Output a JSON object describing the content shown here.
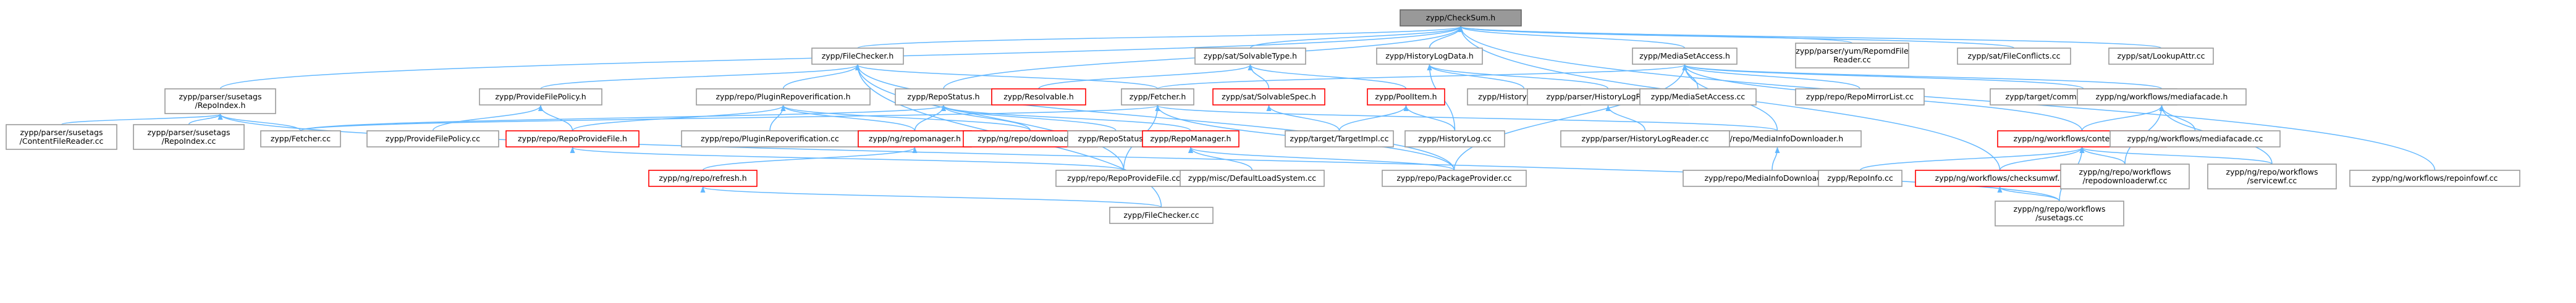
{
  "graph": {
    "title": "",
    "nodes": [
      {
        "id": "root",
        "lines": [
          "zypp/CheckSum.h"
        ],
        "style": "root"
      },
      {
        "id": "filechecker_h",
        "lines": [
          "zypp/FileChecker.h"
        ]
      },
      {
        "id": "solvabletype_h",
        "lines": [
          "zypp/sat/SolvableType.h"
        ]
      },
      {
        "id": "historylogdata_h",
        "lines": [
          "zypp/HistoryLogData.h"
        ]
      },
      {
        "id": "mediasetaccess_h",
        "lines": [
          "zypp/MediaSetAccess.h"
        ]
      },
      {
        "id": "repomdfilereader",
        "lines": [
          "zypp/parser/yum/RepomdFile",
          "Reader.cc"
        ]
      },
      {
        "id": "fileconflicts",
        "lines": [
          "zypp/sat/FileConflicts.cc"
        ]
      },
      {
        "id": "lookupattr",
        "lines": [
          "zypp/sat/LookupAttr.cc"
        ]
      },
      {
        "id": "repoindex_h",
        "lines": [
          "zypp/parser/susetags",
          "/RepoIndex.h"
        ]
      },
      {
        "id": "providefilepolicy_h",
        "lines": [
          "zypp/ProvideFilePolicy.h"
        ]
      },
      {
        "id": "pluginrepover_h",
        "lines": [
          "zypp/repo/PluginRepoverification.h"
        ]
      },
      {
        "id": "repostatus_h",
        "lines": [
          "zypp/RepoStatus.h"
        ]
      },
      {
        "id": "resolvable_h",
        "lines": [
          "zypp/Resolvable.h"
        ],
        "style": "red"
      },
      {
        "id": "fetcher_h",
        "lines": [
          "zypp/Fetcher.h"
        ]
      },
      {
        "id": "satsolvablespec_h",
        "lines": [
          "zypp/sat/SolvableSpec.h"
        ],
        "style": "red"
      },
      {
        "id": "poolitem_h",
        "lines": [
          "zypp/PoolItem.h"
        ],
        "style": "red"
      },
      {
        "id": "historylogdata_cc",
        "lines": [
          "zypp/HistoryLogData.cc"
        ]
      },
      {
        "id": "historylogreader_h",
        "lines": [
          "zypp/parser/HistoryLogReader.h"
        ]
      },
      {
        "id": "mediasetaccess_cc",
        "lines": [
          "zypp/MediaSetAccess.cc"
        ]
      },
      {
        "id": "repomirrorlist_cc",
        "lines": [
          "zypp/repo/RepoMirrorList.cc"
        ]
      },
      {
        "id": "commitpackage_cc",
        "lines": [
          "zypp/target/commitpackagepreloader.cc"
        ]
      },
      {
        "id": "mediafacade_h",
        "lines": [
          "zypp/ng/workflows/mediafacade.h"
        ]
      },
      {
        "id": "contentfilereader",
        "lines": [
          "zypp/parser/susetags",
          "/ContentFileReader.cc"
        ]
      },
      {
        "id": "repoindex_cc",
        "lines": [
          "zypp/parser/susetags",
          "/RepoIndex.cc"
        ]
      },
      {
        "id": "fetcher_cc",
        "lines": [
          "zypp/Fetcher.cc"
        ]
      },
      {
        "id": "providefilepolicy_cc",
        "lines": [
          "zypp/ProvideFilePolicy.cc"
        ]
      },
      {
        "id": "repoprovidefile_h",
        "lines": [
          "zypp/repo/RepoProvideFile.h"
        ],
        "style": "red"
      },
      {
        "id": "pluginrepover_cc",
        "lines": [
          "zypp/repo/PluginRepoverification.cc"
        ]
      },
      {
        "id": "ngrepomanager_h",
        "lines": [
          "zypp/ng/repomanager.h"
        ],
        "style": "red"
      },
      {
        "id": "downloader_h",
        "lines": [
          "zypp/ng/repo/downloader.h"
        ],
        "style": "red"
      },
      {
        "id": "repostatus_cc",
        "lines": [
          "zypp/RepoStatus.cc"
        ]
      },
      {
        "id": "repomanager_h",
        "lines": [
          "zypp/RepoManager.h"
        ],
        "style": "red"
      },
      {
        "id": "targetimpl_cc",
        "lines": [
          "zypp/target/TargetImpl.cc"
        ]
      },
      {
        "id": "historylog_cc",
        "lines": [
          "zypp/HistoryLog.cc"
        ]
      },
      {
        "id": "mediainfodownloader_h",
        "lines": [
          "zypp/repo/MediaInfoDownloader.h"
        ]
      },
      {
        "id": "historylogreader_cc",
        "lines": [
          "zypp/parser/HistoryLogReader.cc"
        ]
      },
      {
        "id": "contextfacade_h",
        "lines": [
          "zypp/ng/workflows/contextfacade.h"
        ],
        "style": "red"
      },
      {
        "id": "mediafacade_cc",
        "lines": [
          "zypp/ng/workflows/mediafacade.cc"
        ]
      },
      {
        "id": "refresh_h",
        "lines": [
          "zypp/ng/repo/refresh.h"
        ],
        "style": "red"
      },
      {
        "id": "repoprovidefile_cc",
        "lines": [
          "zypp/repo/RepoProvideFile.cc"
        ]
      },
      {
        "id": "defaultloadsystem_cc",
        "lines": [
          "zypp/misc/DefaultLoadSystem.cc"
        ]
      },
      {
        "id": "packageprovider_cc",
        "lines": [
          "zypp/repo/PackageProvider.cc"
        ]
      },
      {
        "id": "mediainfodownloader_cc",
        "lines": [
          "zypp/repo/MediaInfoDownloader.cc"
        ]
      },
      {
        "id": "repoinfo_cc",
        "lines": [
          "zypp/RepoInfo.cc"
        ]
      },
      {
        "id": "checksumwf_h",
        "lines": [
          "zypp/ng/workflows/checksumwf.h"
        ],
        "style": "red"
      },
      {
        "id": "repodownloaderwf_cc",
        "lines": [
          "zypp/ng/repo/workflows",
          "/repodownloaderwf.cc"
        ]
      },
      {
        "id": "servicewf_cc",
        "lines": [
          "zypp/ng/repo/workflows",
          "/servicewf.cc"
        ]
      },
      {
        "id": "repoinfowf_cc",
        "lines": [
          "zypp/ng/workflows/repoinfowf.cc"
        ]
      },
      {
        "id": "filechecker_cc",
        "lines": [
          "zypp/FileChecker.cc"
        ]
      },
      {
        "id": "susetags_cc",
        "lines": [
          "zypp/ng/repo/workflows",
          "/susetags.cc"
        ]
      }
    ],
    "edges": [
      [
        "filechecker_h",
        "root"
      ],
      [
        "solvabletype_h",
        "root"
      ],
      [
        "historylogdata_h",
        "root"
      ],
      [
        "mediasetaccess_h",
        "root"
      ],
      [
        "repomdfilereader",
        "root"
      ],
      [
        "fileconflicts",
        "root"
      ],
      [
        "lookupattr",
        "root"
      ],
      [
        "repoindex_h",
        "root"
      ],
      [
        "repostatus_h",
        "root"
      ],
      [
        "repoinfowf_cc",
        "root"
      ],
      [
        "checksumwf_h",
        "root"
      ],
      [
        "fetcher_h",
        "filechecker_h"
      ],
      [
        "providefilepolicy_h",
        "filechecker_h"
      ],
      [
        "pluginrepover_h",
        "filechecker_h"
      ],
      [
        "repoprovidefile_cc",
        "filechecker_h"
      ],
      [
        "filechecker_cc",
        "filechecker_h"
      ],
      [
        "packageprovider_cc",
        "filechecker_h"
      ],
      [
        "resolvable_h",
        "solvabletype_h"
      ],
      [
        "satsolvablespec_h",
        "solvabletype_h"
      ],
      [
        "poolitem_h",
        "solvabletype_h"
      ],
      [
        "historylogdata_cc",
        "historylogdata_h"
      ],
      [
        "historylogreader_h",
        "historylogdata_h"
      ],
      [
        "historylog_cc",
        "historylogdata_h"
      ],
      [
        "mediasetaccess_cc",
        "mediasetaccess_h"
      ],
      [
        "repomirrorlist_cc",
        "mediasetaccess_h"
      ],
      [
        "commitpackage_cc",
        "mediasetaccess_h"
      ],
      [
        "mediafacade_h",
        "mediasetaccess_h"
      ],
      [
        "fetcher_h",
        "mediasetaccess_h"
      ],
      [
        "mediainfodownloader_h",
        "mediasetaccess_h"
      ],
      [
        "packageprovider_cc",
        "mediasetaccess_h"
      ],
      [
        "contextfacade_h",
        "mediasetaccess_h"
      ],
      [
        "contentfilereader",
        "repoindex_h"
      ],
      [
        "repoindex_cc",
        "repoindex_h"
      ],
      [
        "fetcher_cc",
        "repoindex_h"
      ],
      [
        "susetags_cc",
        "repoindex_h"
      ],
      [
        "providefilepolicy_cc",
        "providefilepolicy_h"
      ],
      [
        "repoprovidefile_h",
        "providefilepolicy_h"
      ],
      [
        "pluginrepover_cc",
        "pluginrepover_h"
      ],
      [
        "ngrepomanager_h",
        "pluginrepover_h"
      ],
      [
        "downloader_h",
        "pluginrepover_h"
      ],
      [
        "repoprovidefile_h",
        "pluginrepover_h"
      ],
      [
        "repostatus_cc",
        "repostatus_h"
      ],
      [
        "repomanager_h",
        "repostatus_h"
      ],
      [
        "downloader_h",
        "repostatus_h"
      ],
      [
        "ngrepomanager_h",
        "repostatus_h"
      ],
      [
        "fetcher_cc",
        "repostatus_h"
      ],
      [
        "fetcher_cc",
        "fetcher_h"
      ],
      [
        "mediainfodownloader_h",
        "fetcher_h"
      ],
      [
        "repoprovidefile_cc",
        "fetcher_h"
      ],
      [
        "packageprovider_cc",
        "fetcher_h"
      ],
      [
        "targetimpl_cc",
        "satsolvablespec_h"
      ],
      [
        "targetimpl_cc",
        "poolitem_h"
      ],
      [
        "historylog_cc",
        "poolitem_h"
      ],
      [
        "historylogreader_cc",
        "historylogreader_h"
      ],
      [
        "mediafacade_cc",
        "mediafacade_h"
      ],
      [
        "contextfacade_h",
        "mediafacade_h"
      ],
      [
        "repodownloaderwf_cc",
        "mediafacade_h"
      ],
      [
        "servicewf_cc",
        "mediafacade_h"
      ],
      [
        "refresh_h",
        "ngrepomanager_h"
      ],
      [
        "repoprovidefile_cc",
        "repoprovidefile_h"
      ],
      [
        "defaultloadsystem_cc",
        "repomanager_h"
      ],
      [
        "packageprovider_cc",
        "repomanager_h"
      ],
      [
        "mediainfodownloader_cc",
        "mediainfodownloader_h"
      ],
      [
        "repoinfo_cc",
        "contextfacade_h"
      ],
      [
        "checksumwf_h",
        "contextfacade_h"
      ],
      [
        "repodownloaderwf_cc",
        "contextfacade_h"
      ],
      [
        "servicewf_cc",
        "contextfacade_h"
      ],
      [
        "susetags_cc",
        "contextfacade_h"
      ],
      [
        "repodownloaderwf_cc",
        "checksumwf_h"
      ],
      [
        "susetags_cc",
        "checksumwf_h"
      ],
      [
        "filechecker_cc",
        "refresh_h"
      ]
    ]
  }
}
